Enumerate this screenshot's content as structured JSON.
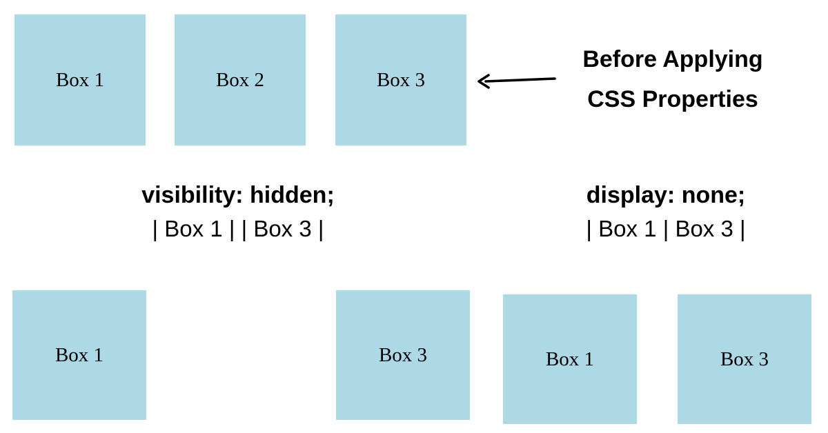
{
  "colors": {
    "box_bg": "#add8e6",
    "text": "#000000",
    "arrow": "#000000"
  },
  "before_section": {
    "boxes": [
      {
        "label": "Box 1"
      },
      {
        "label": "Box 2"
      },
      {
        "label": "Box 3"
      }
    ],
    "caption": {
      "line1": "Before Applying",
      "line2": "CSS Properties"
    },
    "arrow_icon": "left-arrow"
  },
  "visibility_section": {
    "heading": "visibility: hidden;",
    "flow_text": "| Box 1 | | Box 3 |",
    "boxes": [
      {
        "label": "Box 1"
      },
      {
        "label": "Box 3"
      }
    ]
  },
  "display_section": {
    "heading": "display: none;",
    "flow_text": "| Box 1 | Box 3 |",
    "boxes": [
      {
        "label": "Box 1"
      },
      {
        "label": "Box 3"
      }
    ]
  }
}
